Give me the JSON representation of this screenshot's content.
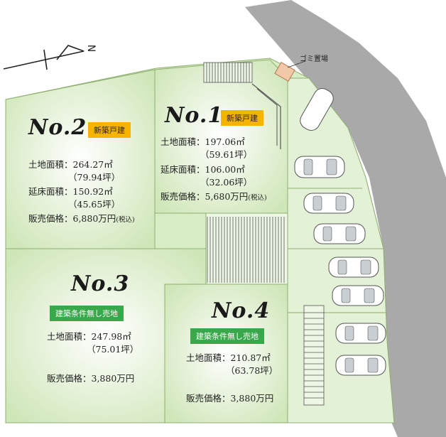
{
  "north_label": "N",
  "garbage_label": "ゴミ置場",
  "lots": [
    {
      "number": "No.1",
      "badge": "新築戸建",
      "land_area": "土地面積：197.06㎡",
      "land_tsubo": "（59.61坪）",
      "floor_area": "延床面積：106.00㎡",
      "floor_tsubo": "（32.06坪）",
      "price": "販売価格：5,680万円",
      "tax": "(税込)"
    },
    {
      "number": "No.2",
      "badge": "新築戸建",
      "land_area": "土地面積：264.27㎡",
      "land_tsubo": "（79.94坪）",
      "floor_area": "延床面積：150.92㎡",
      "floor_tsubo": "（45.65坪）",
      "price": "販売価格：6,880万円",
      "tax": "(税込)"
    },
    {
      "number": "No.3",
      "badge": "建築条件無し売地",
      "land_area": "土地面積：247.98㎡",
      "land_tsubo": "（75.01坪）",
      "price": "販売価格：3,880万円"
    },
    {
      "number": "No.4",
      "badge": "建築条件無し売地",
      "land_area": "土地面積：210.87㎡",
      "land_tsubo": "（63.78坪）",
      "price": "販売価格：3,880万円"
    }
  ],
  "colors": {
    "lot_fill": "#d8ecc6",
    "road": "#a9a9a9",
    "orange_badge": "#f6b400",
    "green_badge": "#38a84a"
  }
}
